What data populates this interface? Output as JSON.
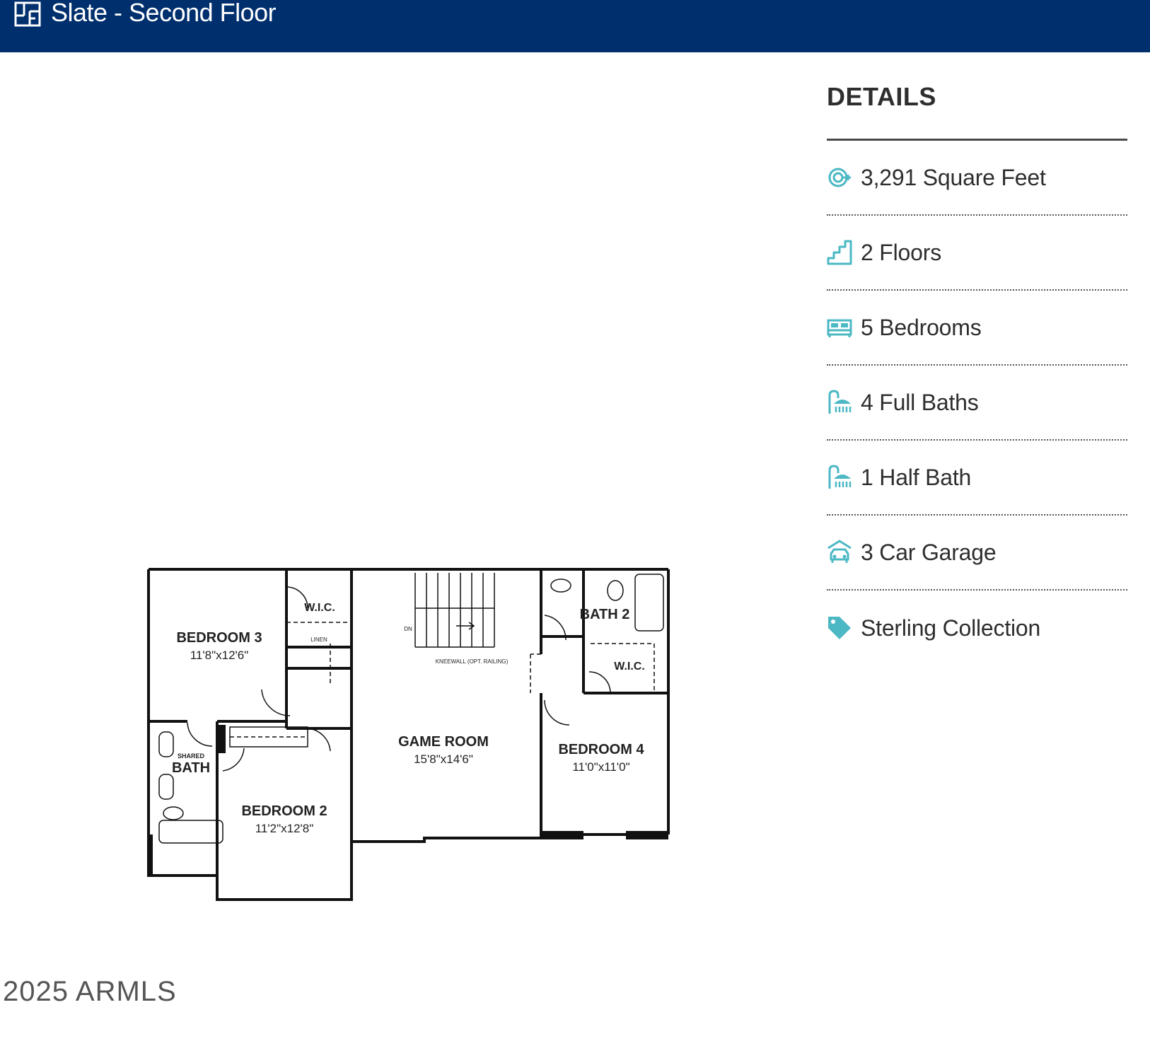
{
  "header": {
    "title": "Slate - Second Floor",
    "icon": "floorplan-icon",
    "background": "#002f6e"
  },
  "details": {
    "heading": "DETAILS",
    "accent_color": "#4bb8c4",
    "items": [
      {
        "icon": "square-feet-icon",
        "label": "3,291 Square Feet"
      },
      {
        "icon": "stairs-icon",
        "label": "2 Floors"
      },
      {
        "icon": "bed-icon",
        "label": "5 Bedrooms"
      },
      {
        "icon": "shower-icon",
        "label": "4 Full Baths"
      },
      {
        "icon": "shower-icon",
        "label": "1 Half Bath"
      },
      {
        "icon": "garage-icon",
        "label": "3 Car Garage"
      },
      {
        "icon": "tag-icon",
        "label": "Sterling Collection"
      }
    ]
  },
  "floorplan": {
    "rooms": {
      "bedroom3": {
        "name": "BEDROOM 3",
        "size": "11'8\"x12'6\""
      },
      "bedroom2": {
        "name": "BEDROOM 2",
        "size": "11'2\"x12'8\""
      },
      "game_room": {
        "name": "GAME ROOM",
        "size": "15'8\"x14'6\""
      },
      "bedroom4": {
        "name": "BEDROOM 4",
        "size": "11'0\"x11'0\""
      },
      "bath2": {
        "name": "BATH 2"
      },
      "shared_bath": {
        "small": "SHARED",
        "name": "BATH"
      },
      "wic1": {
        "name": "W.I.C."
      },
      "wic2": {
        "name": "W.I.C."
      },
      "linen": {
        "name": "LINEN"
      },
      "stairs_dn": "DN",
      "kneewall": "KNEEWALL (OPT. RAILING)"
    }
  },
  "footer": {
    "copyright": "2025 ARMLS"
  }
}
